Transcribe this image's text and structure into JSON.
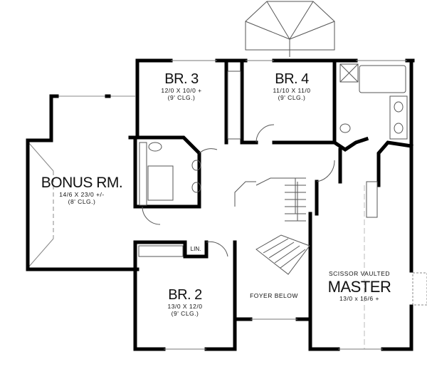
{
  "rooms": {
    "bonus": {
      "name": "BONUS RM.",
      "size": "14/6 X 23/0 +/-",
      "ceiling": "(8' CLG.)"
    },
    "br3": {
      "name": "BR. 3",
      "size": "12/0 X 10/0 +",
      "ceiling": "(9' CLG.)"
    },
    "br4": {
      "name": "BR. 4",
      "size": "11/10 X 11/0",
      "ceiling": "(9' CLG.)"
    },
    "br2": {
      "name": "BR. 2",
      "size": "13/0 X 12/0",
      "ceiling": "(9' CLG.)"
    },
    "linen": {
      "name": "LIN."
    },
    "foyer": {
      "name": "FOYER BELOW"
    },
    "master": {
      "note": "SCISSOR VAULTED",
      "name": "MASTER",
      "size": "13/0 x 16/6 +"
    }
  }
}
